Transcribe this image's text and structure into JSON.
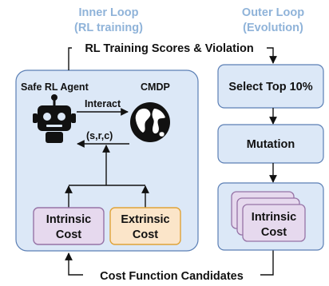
{
  "inner_loop": {
    "title_line1": "Inner Loop",
    "title_line2": "(RL training)",
    "agent_label": "Safe RL Agent",
    "env_label": "CMDP",
    "interact_label": "Interact",
    "feedback_label": "(s,r,c)",
    "intrinsic_cost": {
      "line1": "Intrinsic",
      "line2": "Cost"
    },
    "extrinsic_cost": {
      "line1": "Extrinsic",
      "line2": "Cost"
    }
  },
  "outer_loop": {
    "title_line1": "Outer Loop",
    "title_line2": "(Evolution)",
    "select_label": "Select Top 10%",
    "mutation_label": "Mutation",
    "candidate_card": {
      "line1": "Intrinsic",
      "line2": "Cost"
    }
  },
  "top_connector_label": "RL Training Scores & Violation",
  "bottom_connector_label": "Cost Function Candidates",
  "colors": {
    "title_blue": "#8fb3d9",
    "panel_fill": "#dce8f7",
    "panel_stroke": "#5b7fb5",
    "purple_fill": "#e6d9ee",
    "purple_stroke": "#9673a6",
    "orange_fill": "#fbe5c9",
    "orange_stroke": "#e0a338"
  },
  "icons": [
    "robot-icon",
    "globe-icon"
  ]
}
